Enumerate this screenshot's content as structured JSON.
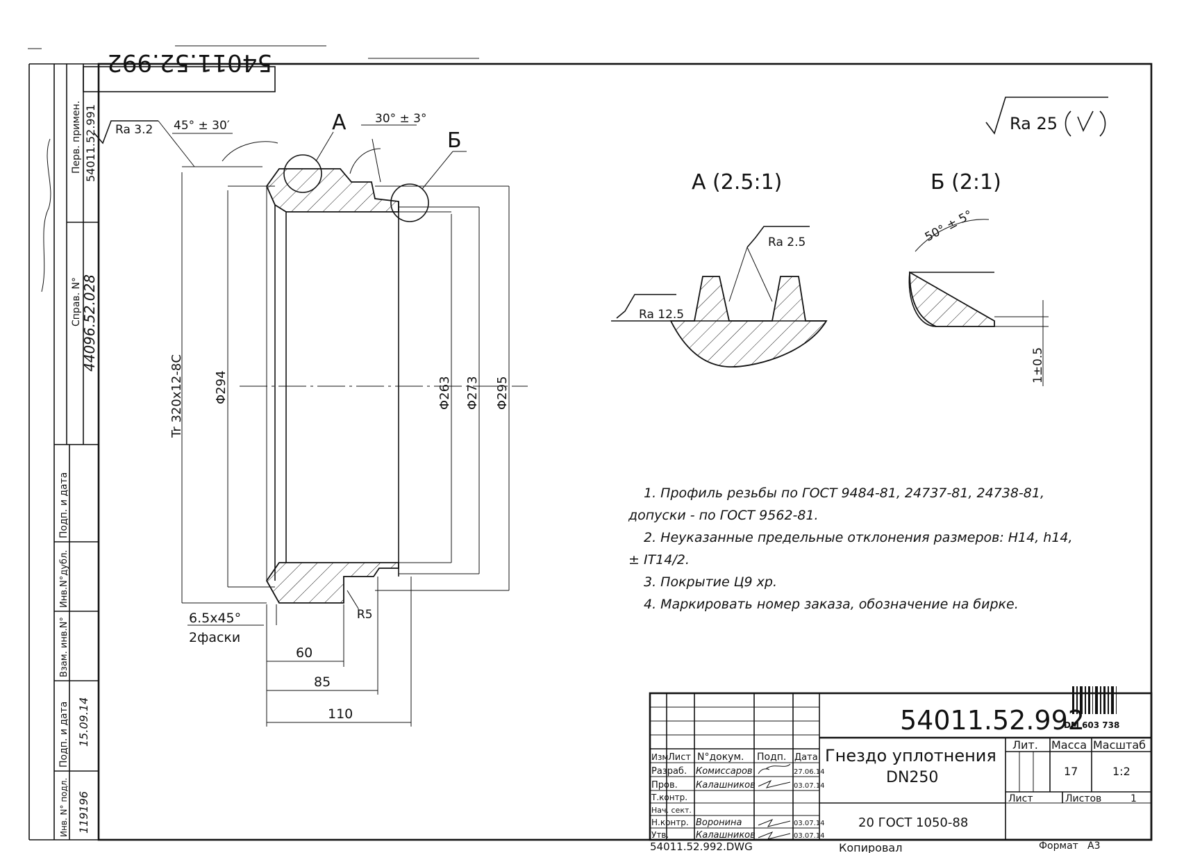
{
  "drawing": {
    "designation": "54011.52.992",
    "designation_stamp": "54011.52.992",
    "title_line1": "Гнездо уплотнения",
    "title_line2": "DN250",
    "material": "20 ГОСТ 1050-88",
    "file_name": "54011.52.992.DWG",
    "barcode_number": "DM 603 738",
    "format_label": "Формат",
    "format_value": "А3",
    "copied_label": "Копировал"
  },
  "roughness": {
    "general": "Ra 25",
    "chamfer": "Ra 3.2",
    "thread_flank": "Ra 2.5",
    "thread_base": "Ra 12.5"
  },
  "dimensions": {
    "thread": "Tr 320x12-8C",
    "d294": "Φ294",
    "d263": "Φ263",
    "d273": "Φ273",
    "d295": "Φ295",
    "angle_chamfer": "45° ± 30′",
    "angle_groove": "30° ± 3°",
    "angle_detail_b": "50° ± 5°",
    "chamfer_note": "6.5x45°",
    "chamfer_count": "2фаски",
    "radius": "R5",
    "len60": "60",
    "len85": "85",
    "len110": "110",
    "detail_b_dim": "1±0.5"
  },
  "details": {
    "a_marker": "А",
    "b_marker": "Б",
    "a_title": "А (2.5:1)",
    "b_title": "Б (2:1)"
  },
  "notes": [
    "1. Профиль резьбы по ГОСТ 9484-81, 24737-81, 24738-81,",
    "допуски - по ГОСТ 9562-81.",
    "2. Неуказанные предельные отклонения размеров: H14, h14,",
    "± IT14/2.",
    "3. Покрытие Ц9 хр.",
    "4. Маркировать номер заказа, обозначение на бирке."
  ],
  "side_strip": {
    "perv_primen": "Перв. примен.",
    "perv_value": "54011.52.991",
    "sprav_no": "Справ. N°",
    "sprav_value": "44096.52.028",
    "podp_data": "Подп. и дата",
    "vzam_inv": "Взам. инв.N°",
    "inv_dubl": "Инв.N°дубл.",
    "inv_podl": "Инв. N° подл.",
    "inv_value": "119196",
    "date_value": "15.09.14"
  },
  "title_block": {
    "col_izm": "Изм",
    "col_list": "Лист",
    "col_doc": "N°докум.",
    "col_podp": "Подп.",
    "col_data": "Дата",
    "rows": [
      {
        "role": "Разраб.",
        "name": "Комиссаров",
        "date": "27.06.14"
      },
      {
        "role": "Пров.",
        "name": "Калашников",
        "date": "03.07.14"
      },
      {
        "role": "Т.контр.",
        "name": "",
        "date": ""
      },
      {
        "role": "Нач. сект.",
        "name": "",
        "date": ""
      },
      {
        "role": "Н.контр.",
        "name": "Воронина",
        "date": "03.07.14"
      },
      {
        "role": "Утв.",
        "name": "Калашников",
        "date": "03.07.14"
      }
    ],
    "lit": "Лит.",
    "mass": "Масса",
    "scale": "Масштаб",
    "mass_value": "17",
    "scale_value": "1:2",
    "sheet": "Лист",
    "sheets": "Листов",
    "sheets_value": "1"
  }
}
